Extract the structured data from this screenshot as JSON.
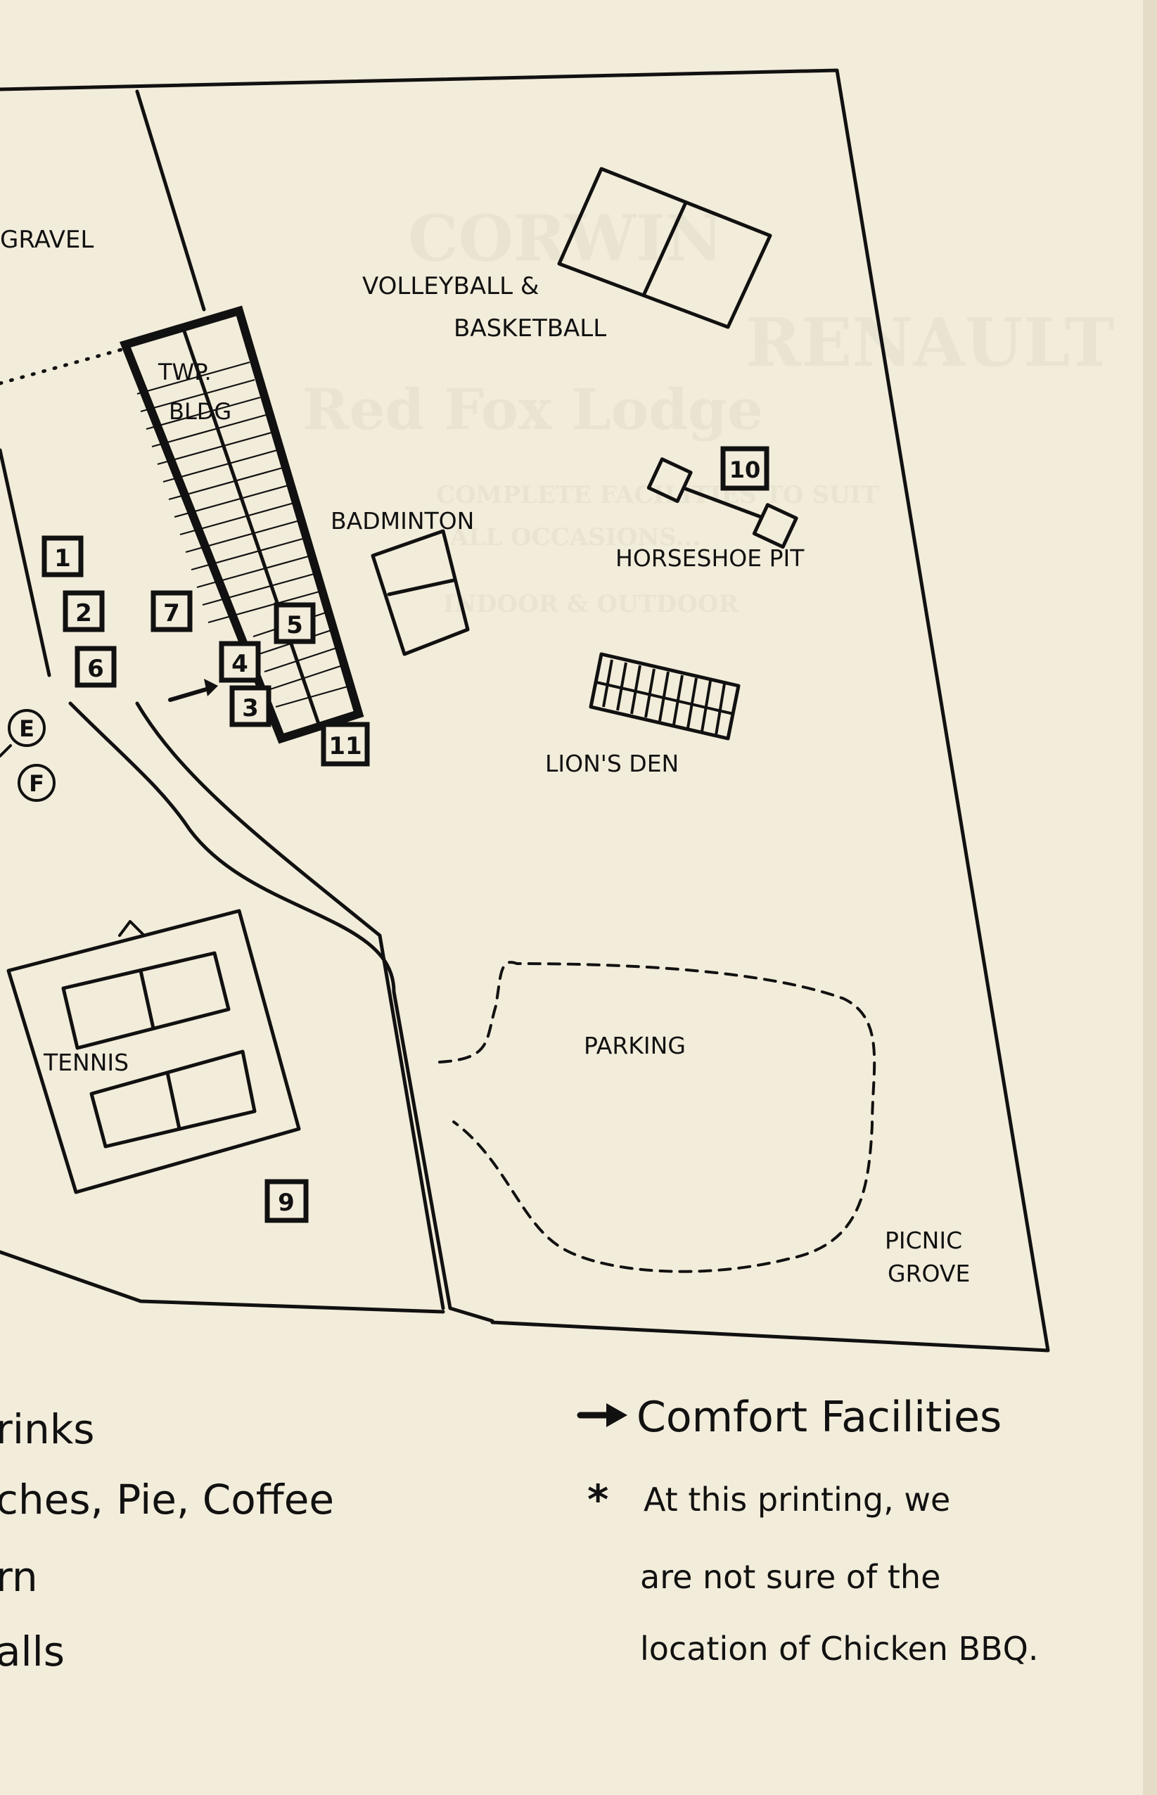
{
  "map": {
    "labels": {
      "gravel": "GRAVEL",
      "volleyball_1": "VOLLEYBALL &",
      "volleyball_2": "BASKETBALL",
      "twp_1": "TWP.",
      "twp_2": "BLDG",
      "badminton": "BADMINTON",
      "horseshoe": "HORSESHOE PIT",
      "lions_den": "LION'S DEN",
      "tennis": "TENNIS",
      "parking": "PARKING",
      "picnic_1": "PICNIC",
      "picnic_2": "GROVE"
    },
    "numbered_stands": [
      "1",
      "2",
      "3",
      "4",
      "5",
      "6",
      "7",
      "9",
      "10",
      "11"
    ],
    "circle_markers": [
      "E",
      "F"
    ]
  },
  "legend_left": [
    "rinks",
    "ches, Pie, Coffee",
    "rn",
    "alls"
  ],
  "legend_right": {
    "comfort": "Comfort Facilities",
    "note_1": "At this printing, we",
    "note_2": "are not sure of the",
    "note_3": "location of Chicken BBQ."
  },
  "ghost_text": {
    "line1": "CORWIN",
    "line2": "RENAULT",
    "line3": "Red Fox Lodge",
    "line4": "COMPLETE FACILITIES TO SUIT",
    "line5": "ALL OCCASIONS...",
    "line6": "INDOOR & OUTDOOR"
  },
  "colors": {
    "paper": "#f2ecda",
    "ink": "#111111"
  }
}
